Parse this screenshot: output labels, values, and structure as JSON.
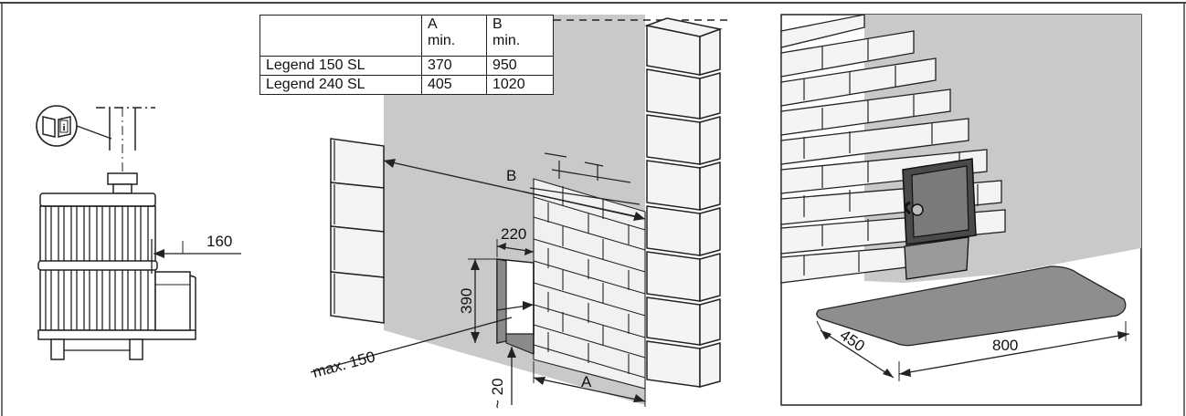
{
  "table": {
    "header": {
      "col_a": [
        "A",
        "min."
      ],
      "col_b": [
        "B",
        "min."
      ]
    },
    "rows": [
      {
        "model": "Legend 150 SL",
        "a": "370",
        "b": "950"
      },
      {
        "model": "Legend 240 SL",
        "a": "405",
        "b": "1020"
      }
    ]
  },
  "dimensions": {
    "left_gap": "160",
    "opening_width": "220",
    "opening_height": "390",
    "max_offset": "max. 150",
    "floor_gap": "~ 20",
    "dim_a": "A",
    "dim_b": "B",
    "floor_depth": "450",
    "floor_width": "800"
  },
  "icons": {
    "manual": "manual-info-icon"
  },
  "colors": {
    "wall_gray": "#c9c9c9",
    "brick": "#f4f4f4",
    "line": "#1a1a1a"
  }
}
